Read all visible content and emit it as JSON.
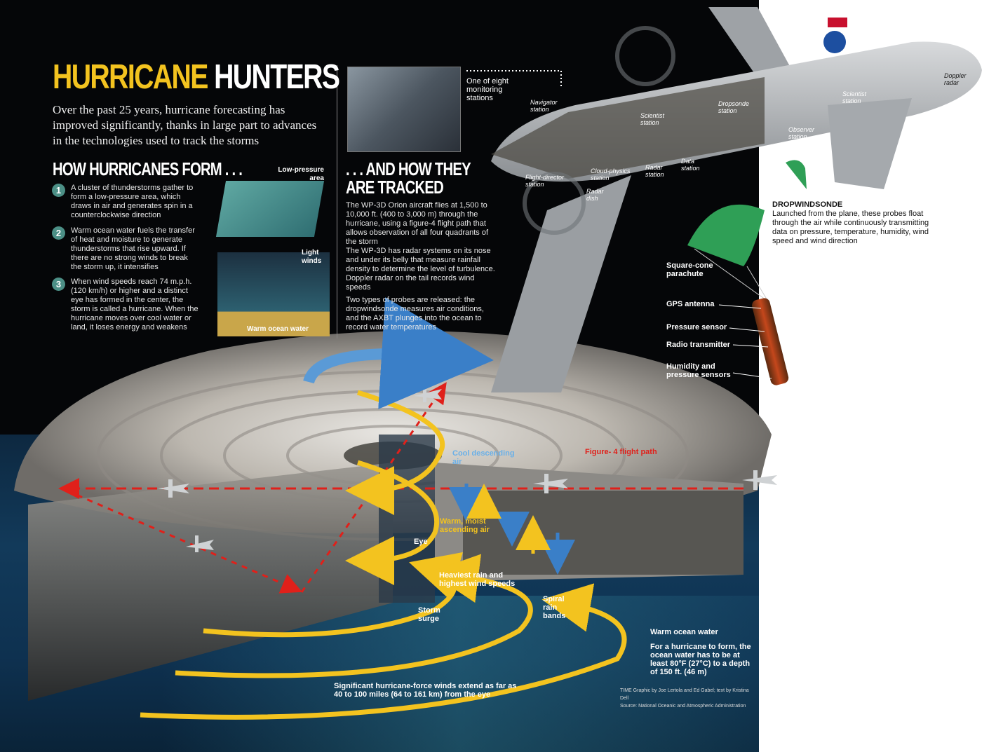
{
  "title": {
    "part1": "HURRICANE",
    "part2": "HUNTERS"
  },
  "intro": "Over the past 25 years, hurricane forecasting has improved significantly, thanks in large part to advances in the technologies used to track the storms",
  "form_section": {
    "heading": "HOW HURRICANES FORM . . .",
    "steps": [
      {
        "num": "1",
        "text": "A cluster of thunderstorms gather to form a low-pressure area, which draws in air and generates spin in a counterclockwise direction"
      },
      {
        "num": "2",
        "text": "Warm ocean water fuels the transfer of heat and moisture to generate thunderstorms that rise upward. If there are no strong winds to break the storm up, it intensifies"
      },
      {
        "num": "3",
        "text": "When wind speeds reach 74 m.p.h. (120 km/h) or higher and a distinct eye has formed in the center, the storm is called a hurricane. When the hurricane moves over cool water or land, it loses energy and weakens"
      }
    ],
    "inset_labels": {
      "low_pressure": "Low-pressure area",
      "light_winds": "Light winds",
      "warm_water": "Warm ocean water"
    }
  },
  "tracked_section": {
    "heading_line1": ". . . AND HOW THEY",
    "heading_line2": "ARE TRACKED",
    "paragraphs": [
      "The WP-3D Orion aircraft flies at 1,500 to 10,000 ft. (400 to 3,000 m) through the hurricane, using a figure-4 flight path that allows observation of all four quadrants of the storm",
      "The WP-3D has radar systems on its nose and under its belly that measure rainfall density to determine the level of turbulence. Doppler radar on the tail records wind speeds",
      "Two types of probes are released: the dropwindsonde measures air conditions, and the AXBT plunges into the ocean to record water temperatures"
    ],
    "photo_caption": "One of eight monitoring stations"
  },
  "plane_labels": {
    "navigator": "Navigator station",
    "scientist1": "Scientist station",
    "scientist2": "Scientist station",
    "dropsonde": "Dropsonde station",
    "observer": "Observer station",
    "doppler": "Doppler radar",
    "flight_director": "Flight-director station",
    "cloud_physics": "Cloud-physics station",
    "radar_station": "Radar station",
    "data_station": "Data station",
    "radar_dish": "Radar dish"
  },
  "dropwindsonde": {
    "title": "DROPWINDSONDE",
    "text": "Launched from the plane, these probes float through the air while continuously transmitting data on pressure, temperature, humidity, wind speed and wind direction",
    "parts": [
      "Square-cone parachute",
      "GPS antenna",
      "Pressure sensor",
      "Radio transmitter",
      "Humidity and pressure sensors"
    ]
  },
  "storm_labels": {
    "cool_air": "Cool descending air",
    "figure4": "Figure- 4 flight path",
    "warm_air": "Warm, moist ascending air",
    "eye": "Eye",
    "heaviest": "Heaviest rain and highest wind speeds",
    "spiral": "Spiral rain bands",
    "surge": "Storm surge",
    "warm_water": "Warm ocean water",
    "water_note": "For a hurricane to form, the ocean water has to be at least 80°F (27°C) to a depth of 150 ft. (46 m)",
    "winds_note": "Significant hurricane-force winds extend as far as 40 to 100 miles (64 to 161 km) from the eye"
  },
  "credits": {
    "line1": "TIME Graphic by Joe Lertola and Ed Gabel; text by Kristina Dell",
    "line2": "Source: National Oceanic and Atmospheric Administration"
  },
  "colors": {
    "accent_yellow": "#f3c31f",
    "step_teal": "#4c8f86",
    "path_red": "#e0201a",
    "air_blue": "#3a7fc8"
  }
}
